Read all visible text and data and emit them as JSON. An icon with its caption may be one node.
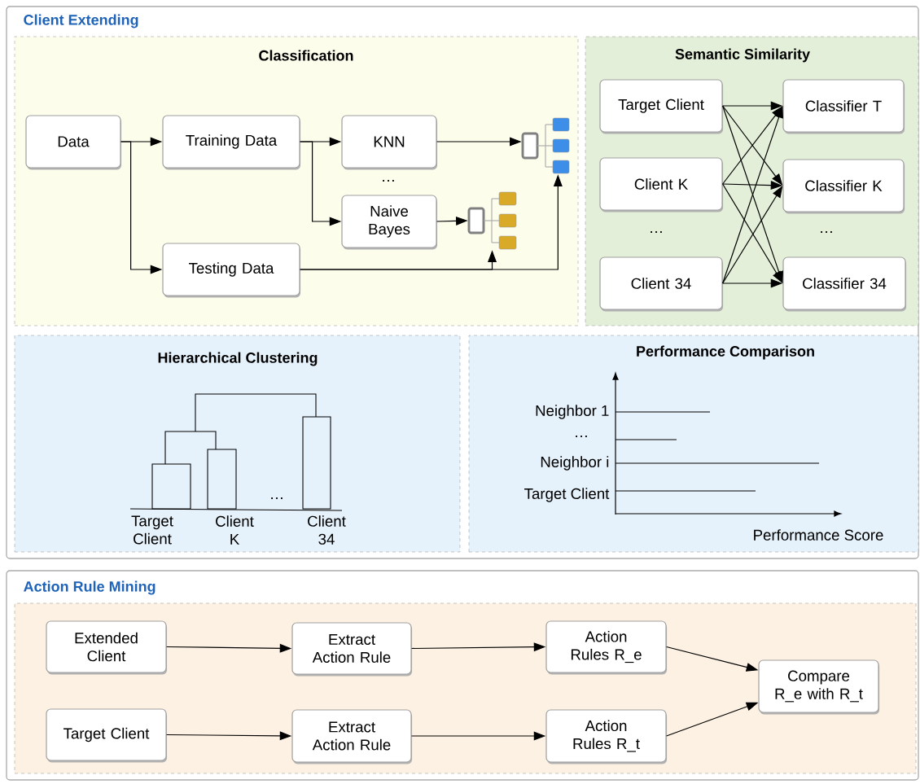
{
  "diagram": {
    "nodes": [
      {
        "text": [
          "Client Extending"
        ]
      },
      {
        "text": [
          "Classification"
        ],
        "in": 0
      },
      {
        "text": [
          "Data"
        ],
        "in": 1
      },
      {
        "text": [
          "Training Data"
        ],
        "in": 1
      },
      {
        "text": [
          "KNN"
        ],
        "in": 1
      },
      {
        "text": [
          "Naive Bayes"
        ],
        "in": 1
      },
      {
        "text": [
          "Testing Data"
        ],
        "in": 1
      },
      {
        "text": [],
        "shape": "tree",
        "in": 1
      },
      {
        "text": [],
        "shape": "tree",
        "in": 1
      },
      {
        "text": [
          "Semantic Similarity"
        ],
        "in": 0
      },
      {
        "text": [
          "Target Client"
        ],
        "in": 9
      },
      {
        "text": [
          "Client K"
        ],
        "in": 9
      },
      {
        "text": [
          "Client 34"
        ],
        "in": 9
      },
      {
        "text": [
          "Classifier T"
        ],
        "in": 9
      },
      {
        "text": [
          "Classifier K"
        ],
        "in": 9
      },
      {
        "text": [
          "Classifier 34"
        ],
        "in": 9
      },
      {
        "text": [
          "Hierarchical Clustering",
          "Target Client",
          "Client K",
          "…",
          "Client 34"
        ],
        "in": 0
      },
      {
        "text": [
          "Performance Comparison",
          "Neighbor 1",
          "…",
          "Neighbor i",
          "Target Client",
          "Performance Score"
        ],
        "in": 0
      },
      {
        "text": [
          "Action Rule Mining"
        ]
      },
      {
        "text": [],
        "shape": "box",
        "in": 18
      },
      {
        "text": [
          "Extended Client"
        ],
        "in": 19
      },
      {
        "text": [
          "Extract Action Rule"
        ],
        "in": 19
      },
      {
        "text": [
          "Action Rules R_e"
        ],
        "in": 19
      },
      {
        "text": [
          "Target Client"
        ],
        "in": 19
      },
      {
        "text": [
          "Extract Action Rule"
        ],
        "in": 19
      },
      {
        "text": [
          "Action Rules R_t"
        ],
        "in": 19
      },
      {
        "text": [
          "Compare R_e with R_t"
        ],
        "in": 19
      }
    ],
    "edges": [
      {
        "from": 2,
        "to": 3,
        "arrow": "to"
      },
      {
        "from": 2,
        "to": 6,
        "arrow": "to"
      },
      {
        "from": 3,
        "to": 4,
        "arrow": "to"
      },
      {
        "from": 3,
        "to": 5,
        "arrow": "to"
      },
      {
        "from": 4,
        "to": 7,
        "arrow": "to"
      },
      {
        "from": 5,
        "to": 8,
        "arrow": "to"
      },
      {
        "from": 6,
        "to": 8,
        "arrow": "to"
      },
      {
        "from": 6,
        "to": 7,
        "arrow": "to"
      },
      {
        "from": 10,
        "to": 13,
        "arrow": "to"
      },
      {
        "from": 10,
        "to": 14,
        "arrow": "to"
      },
      {
        "from": 10,
        "to": 15,
        "arrow": "to"
      },
      {
        "from": 11,
        "to": 13,
        "arrow": "to"
      },
      {
        "from": 11,
        "to": 14,
        "arrow": "to"
      },
      {
        "from": 11,
        "to": 15,
        "arrow": "to"
      },
      {
        "from": 12,
        "to": 13,
        "arrow": "to"
      },
      {
        "from": 12,
        "to": 14,
        "arrow": "to"
      },
      {
        "from": 12,
        "to": 15,
        "arrow": "to"
      },
      {
        "from": 20,
        "to": 21,
        "arrow": "to"
      },
      {
        "from": 21,
        "to": 22,
        "arrow": "to"
      },
      {
        "from": 23,
        "to": 24,
        "arrow": "to"
      },
      {
        "from": 24,
        "to": 25,
        "arrow": "to"
      },
      {
        "from": 22,
        "to": 26,
        "arrow": "to"
      },
      {
        "from": 25,
        "to": 26,
        "arrow": "to"
      }
    ],
    "labels": [
      "…",
      "…",
      "…"
    ]
  }
}
